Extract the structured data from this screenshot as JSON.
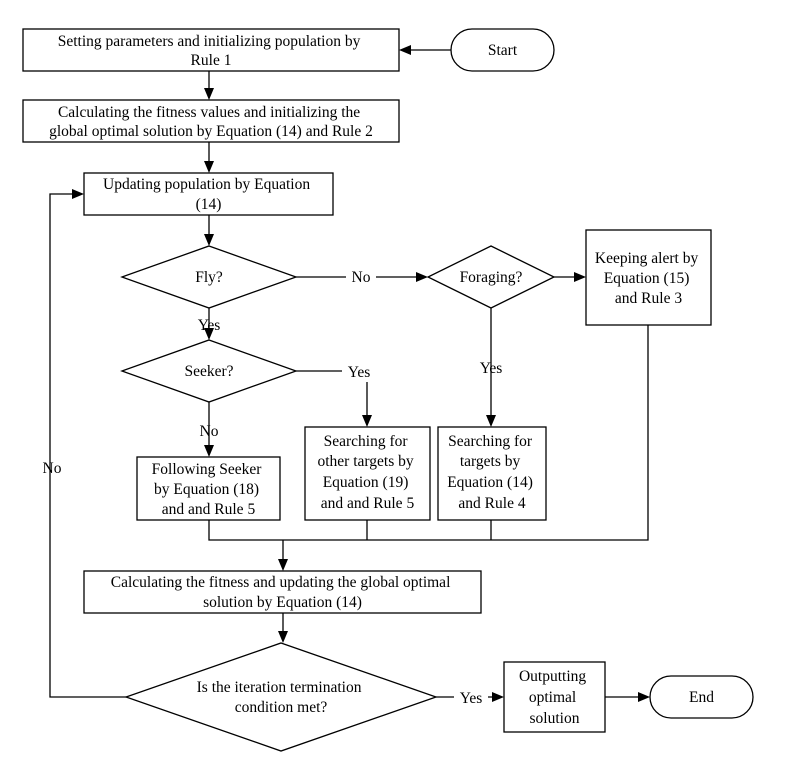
{
  "nodes": {
    "start": {
      "lines": [
        "Start"
      ]
    },
    "init": {
      "lines": [
        "Setting parameters and initializing population by",
        "Rule 1"
      ]
    },
    "fitness_init": {
      "lines": [
        "Calculating the fitness values and initializing the",
        "global optimal solution by Equation (14) and Rule 2"
      ]
    },
    "update_pop": {
      "lines": [
        "Updating population by Equation",
        "(14)"
      ]
    },
    "fly": {
      "lines": [
        "Fly?"
      ]
    },
    "foraging": {
      "lines": [
        "Foraging?"
      ]
    },
    "alert": {
      "lines": [
        "Keeping alert by",
        "Equation (15)",
        "and Rule 3"
      ]
    },
    "seeker": {
      "lines": [
        "Seeker?"
      ]
    },
    "follow": {
      "lines": [
        "Following Seeker",
        "by Equation (18)",
        "and and Rule 5"
      ]
    },
    "search_other": {
      "lines": [
        "Searching for",
        "other targets by",
        "Equation (19)",
        "and and Rule 5"
      ]
    },
    "search_targets": {
      "lines": [
        "Searching for",
        "targets by",
        "Equation (14)",
        "and Rule 4"
      ]
    },
    "fitness_update": {
      "lines": [
        "Calculating the fitness and updating the global optimal",
        "solution by Equation (14)"
      ]
    },
    "terminate": {
      "lines": [
        "Is the iteration termination",
        "condition met?"
      ]
    },
    "output": {
      "lines": [
        "Outputting",
        "optimal",
        "solution"
      ]
    },
    "end": {
      "lines": [
        "End"
      ]
    }
  },
  "edge_labels": {
    "fly_no": "No",
    "fly_yes": "Yes",
    "seeker_yes": "Yes",
    "seeker_no": "No",
    "foraging_yes": "Yes",
    "terminate_no": "No",
    "terminate_yes": "Yes"
  }
}
